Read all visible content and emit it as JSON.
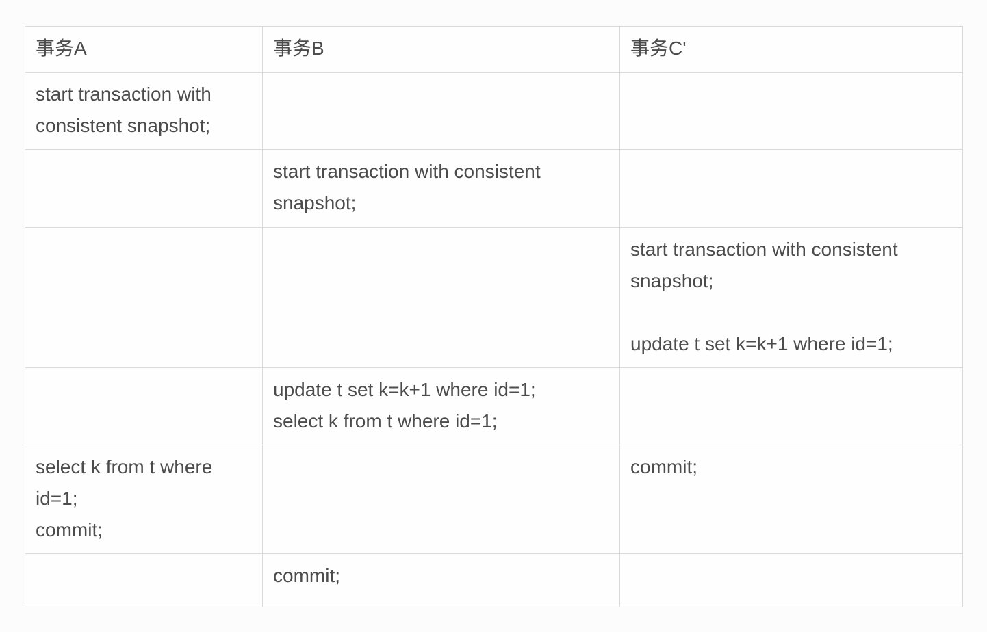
{
  "table": {
    "columns": [
      {
        "label": "事务A"
      },
      {
        "label": "事务B"
      },
      {
        "label": "事务C'"
      }
    ],
    "rows": [
      {
        "a": "start transaction with consistent snapshot;",
        "b": "",
        "c": ""
      },
      {
        "a": "",
        "b": "start transaction with consistent snapshot;",
        "c": ""
      },
      {
        "a": "",
        "b": "",
        "c": "start transaction with consistent snapshot;\n\nupdate t set k=k+1 where id=1;"
      },
      {
        "a": "",
        "b": "update t set k=k+1 where id=1;\nselect k from t where id=1;",
        "c": ""
      },
      {
        "a": "select k from t where id=1;\ncommit;",
        "b": "",
        "c": "commit;"
      },
      {
        "a": "",
        "b": "commit;",
        "c": ""
      }
    ],
    "colors": {
      "text": "#4c4c4c",
      "border": "#d9d9d9",
      "cell_background": "#fefefe",
      "page_background": "#fcfcfc"
    }
  }
}
